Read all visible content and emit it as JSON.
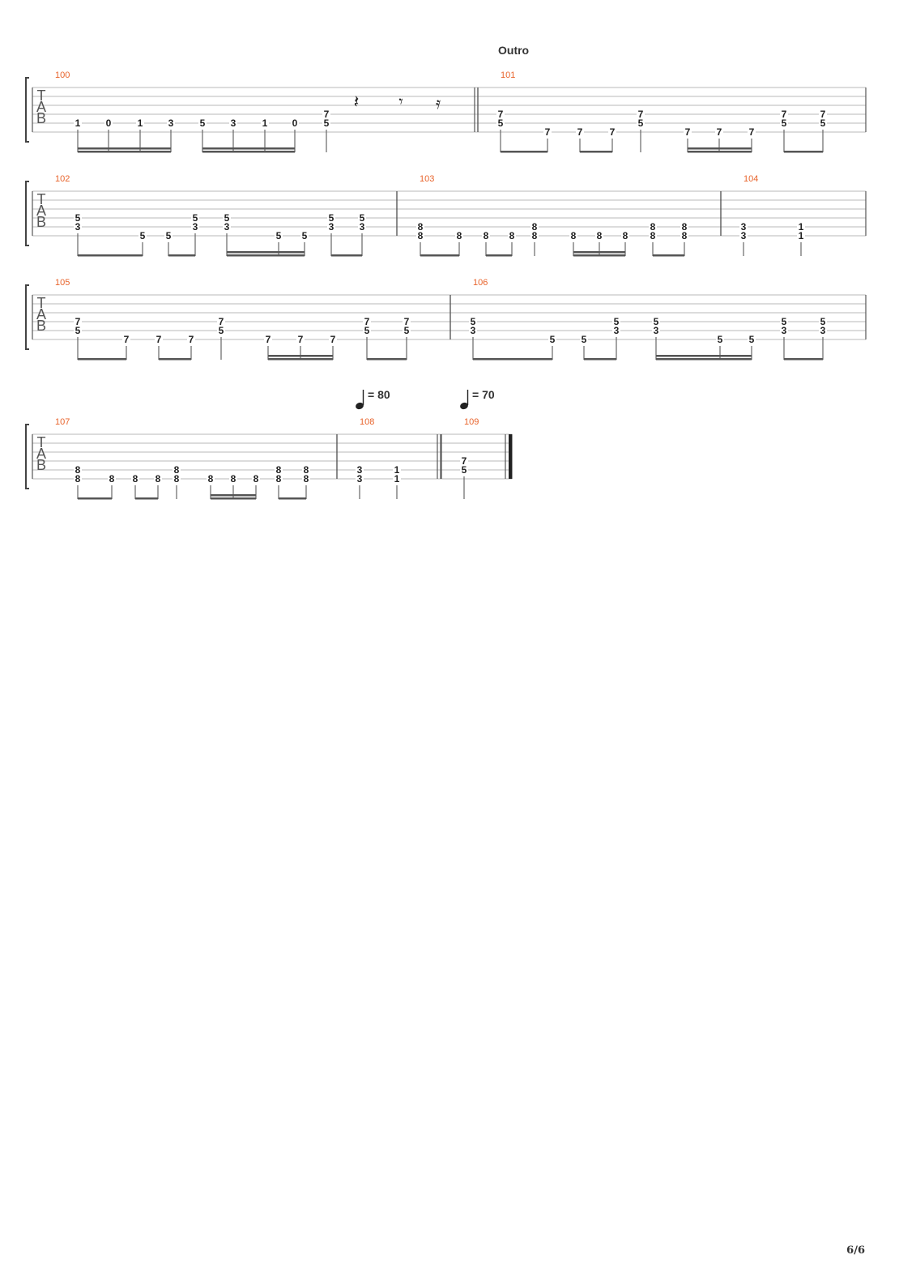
{
  "section_label": "Outro",
  "page_number": "6/6",
  "tab_clef": [
    "T",
    "A",
    "B"
  ],
  "tempo_marks": [
    {
      "bpm": "= 80",
      "measure": 108
    },
    {
      "bpm": "= 70",
      "measure": 109
    }
  ],
  "systems": [
    {
      "measures": [
        {
          "number": "100",
          "notes": [
            {
              "s5": "1"
            },
            {
              "s5": "0"
            },
            {
              "s5": "1"
            },
            {
              "s5": "3"
            },
            {
              "s5": "5"
            },
            {
              "s5": "3"
            },
            {
              "s5": "1"
            },
            {
              "s5": "0"
            },
            {
              "s4": "7",
              "s5": "5"
            }
          ],
          "rests": [
            "quarter",
            "eighth",
            "sixteenth"
          ]
        },
        {
          "number": "101",
          "notes": [
            {
              "s4": "7",
              "s5": "5"
            },
            {
              "s6": "7"
            },
            {
              "s6": "7"
            },
            {
              "s6": "7"
            },
            {
              "s4": "7",
              "s5": "5"
            },
            {
              "s6": "7"
            },
            {
              "s6": "7"
            },
            {
              "s6": "7"
            },
            {
              "s4": "7",
              "s5": "5"
            },
            {
              "s4": "7",
              "s5": "5"
            }
          ]
        }
      ]
    },
    {
      "measures": [
        {
          "number": "102",
          "notes": [
            {
              "s4": "5",
              "s5": "3"
            },
            {
              "s6": "5"
            },
            {
              "s6": "5"
            },
            {
              "s4": "5",
              "s5": "3"
            },
            {
              "s4": "5",
              "s5": "3"
            },
            {
              "s6": "5"
            },
            {
              "s6": "5"
            },
            {
              "s4": "5",
              "s5": "3"
            },
            {
              "s4": "5",
              "s5": "3"
            }
          ]
        },
        {
          "number": "103",
          "notes": [
            {
              "s5": "8",
              "s6": "8"
            },
            {
              "s6": "8"
            },
            {
              "s6": "8"
            },
            {
              "s6": "8"
            },
            {
              "s5": "8",
              "s6": "8"
            },
            {
              "s6": "8"
            },
            {
              "s6": "8"
            },
            {
              "s6": "8"
            },
            {
              "s5": "8",
              "s6": "8"
            },
            {
              "s5": "8",
              "s6": "8"
            }
          ]
        },
        {
          "number": "104",
          "notes": [
            {
              "s5": "3",
              "s6": "3"
            },
            {
              "s5": "1",
              "s6": "1"
            }
          ]
        }
      ]
    },
    {
      "measures": [
        {
          "number": "105",
          "notes": [
            {
              "s4": "7",
              "s5": "5"
            },
            {
              "s6": "7"
            },
            {
              "s6": "7"
            },
            {
              "s6": "7"
            },
            {
              "s4": "7",
              "s5": "5"
            },
            {
              "s6": "7"
            },
            {
              "s6": "7"
            },
            {
              "s6": "7"
            },
            {
              "s4": "7",
              "s5": "5"
            },
            {
              "s4": "7",
              "s5": "5"
            }
          ]
        },
        {
          "number": "106",
          "notes": [
            {
              "s4": "5",
              "s5": "3"
            },
            {
              "s6": "5"
            },
            {
              "s6": "5"
            },
            {
              "s4": "5",
              "s5": "3"
            },
            {
              "s4": "5",
              "s5": "3"
            },
            {
              "s6": "5"
            },
            {
              "s6": "5"
            },
            {
              "s4": "5",
              "s5": "3"
            },
            {
              "s4": "5",
              "s5": "3"
            }
          ]
        }
      ]
    },
    {
      "measures": [
        {
          "number": "107",
          "notes": [
            {
              "s5": "8",
              "s6": "8"
            },
            {
              "s6": "8"
            },
            {
              "s6": "8"
            },
            {
              "s6": "8"
            },
            {
              "s5": "8",
              "s6": "8"
            },
            {
              "s6": "8"
            },
            {
              "s6": "8"
            },
            {
              "s6": "8"
            },
            {
              "s5": "8",
              "s6": "8"
            },
            {
              "s5": "8",
              "s6": "8"
            }
          ]
        },
        {
          "number": "108",
          "notes": [
            {
              "s5": "3",
              "s6": "3"
            },
            {
              "s5": "1",
              "s6": "1"
            }
          ]
        },
        {
          "number": "109",
          "notes": [
            {
              "s4": "7",
              "s5": "5"
            }
          ]
        }
      ]
    }
  ]
}
